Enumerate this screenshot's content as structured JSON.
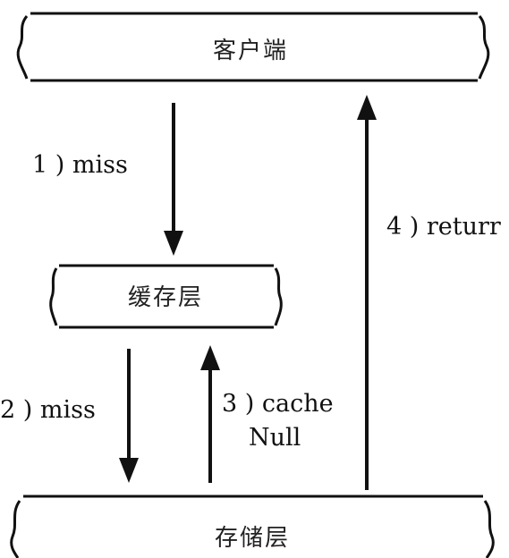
{
  "nodes": {
    "client": {
      "label": "客户端"
    },
    "cache_layer": {
      "label": "缓存层"
    },
    "storage_layer": {
      "label": "存储层"
    }
  },
  "edges": [
    {
      "id": "step1",
      "from": "client",
      "to": "cache_layer",
      "label": "1 ) miss"
    },
    {
      "id": "step2",
      "from": "cache_layer",
      "to": "storage_layer",
      "label": "2 ) miss"
    },
    {
      "id": "step3",
      "from": "storage_layer",
      "to": "cache_layer",
      "label_line1": "3 ) cache",
      "label_line2": "Null"
    },
    {
      "id": "step4",
      "from": "storage_layer",
      "to": "client",
      "label": "4 ) returr"
    }
  ]
}
